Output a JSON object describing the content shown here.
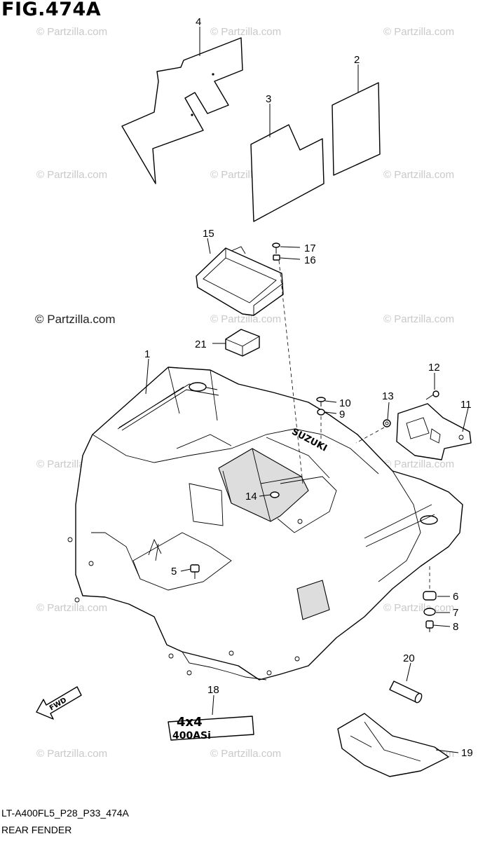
{
  "figure": {
    "title": "FIG.474A",
    "drawing_code": "LT-A400FL5_P28_P33_474A",
    "section_name": "REAR FENDER"
  },
  "watermarks": {
    "repeated": "© Partzilla.com",
    "prominent": "© Partzilla.com"
  },
  "parts": [
    {
      "number": "1",
      "icon": "rear-fender"
    },
    {
      "number": "2",
      "icon": "rectangular-pad"
    },
    {
      "number": "3",
      "icon": "notched-pad"
    },
    {
      "number": "4",
      "icon": "shaped-pad"
    },
    {
      "number": "5",
      "icon": "bolt"
    },
    {
      "number": "6",
      "icon": "cushion"
    },
    {
      "number": "7",
      "icon": "washer"
    },
    {
      "number": "8",
      "icon": "bolt"
    },
    {
      "number": "9",
      "icon": "washer"
    },
    {
      "number": "10",
      "icon": "screw"
    },
    {
      "number": "11",
      "icon": "bracket"
    },
    {
      "number": "12",
      "icon": "screw"
    },
    {
      "number": "13",
      "icon": "nut"
    },
    {
      "number": "14",
      "icon": "grommet"
    },
    {
      "number": "15",
      "icon": "tray-cover"
    },
    {
      "number": "16",
      "icon": "washer"
    },
    {
      "number": "17",
      "icon": "screw"
    },
    {
      "number": "18",
      "icon": "emblem-4x4-400asi"
    },
    {
      "number": "19",
      "icon": "seat-cover"
    },
    {
      "number": "20",
      "icon": "collar-pipe"
    },
    {
      "number": "21",
      "icon": "foam-pad"
    }
  ],
  "fwd_arrow": {
    "label": "FWD",
    "icon": "forward-arrow-icon"
  },
  "fender_emblem": "SUZUKI",
  "decal": {
    "line1": "4x4",
    "line2": "400ASi"
  }
}
